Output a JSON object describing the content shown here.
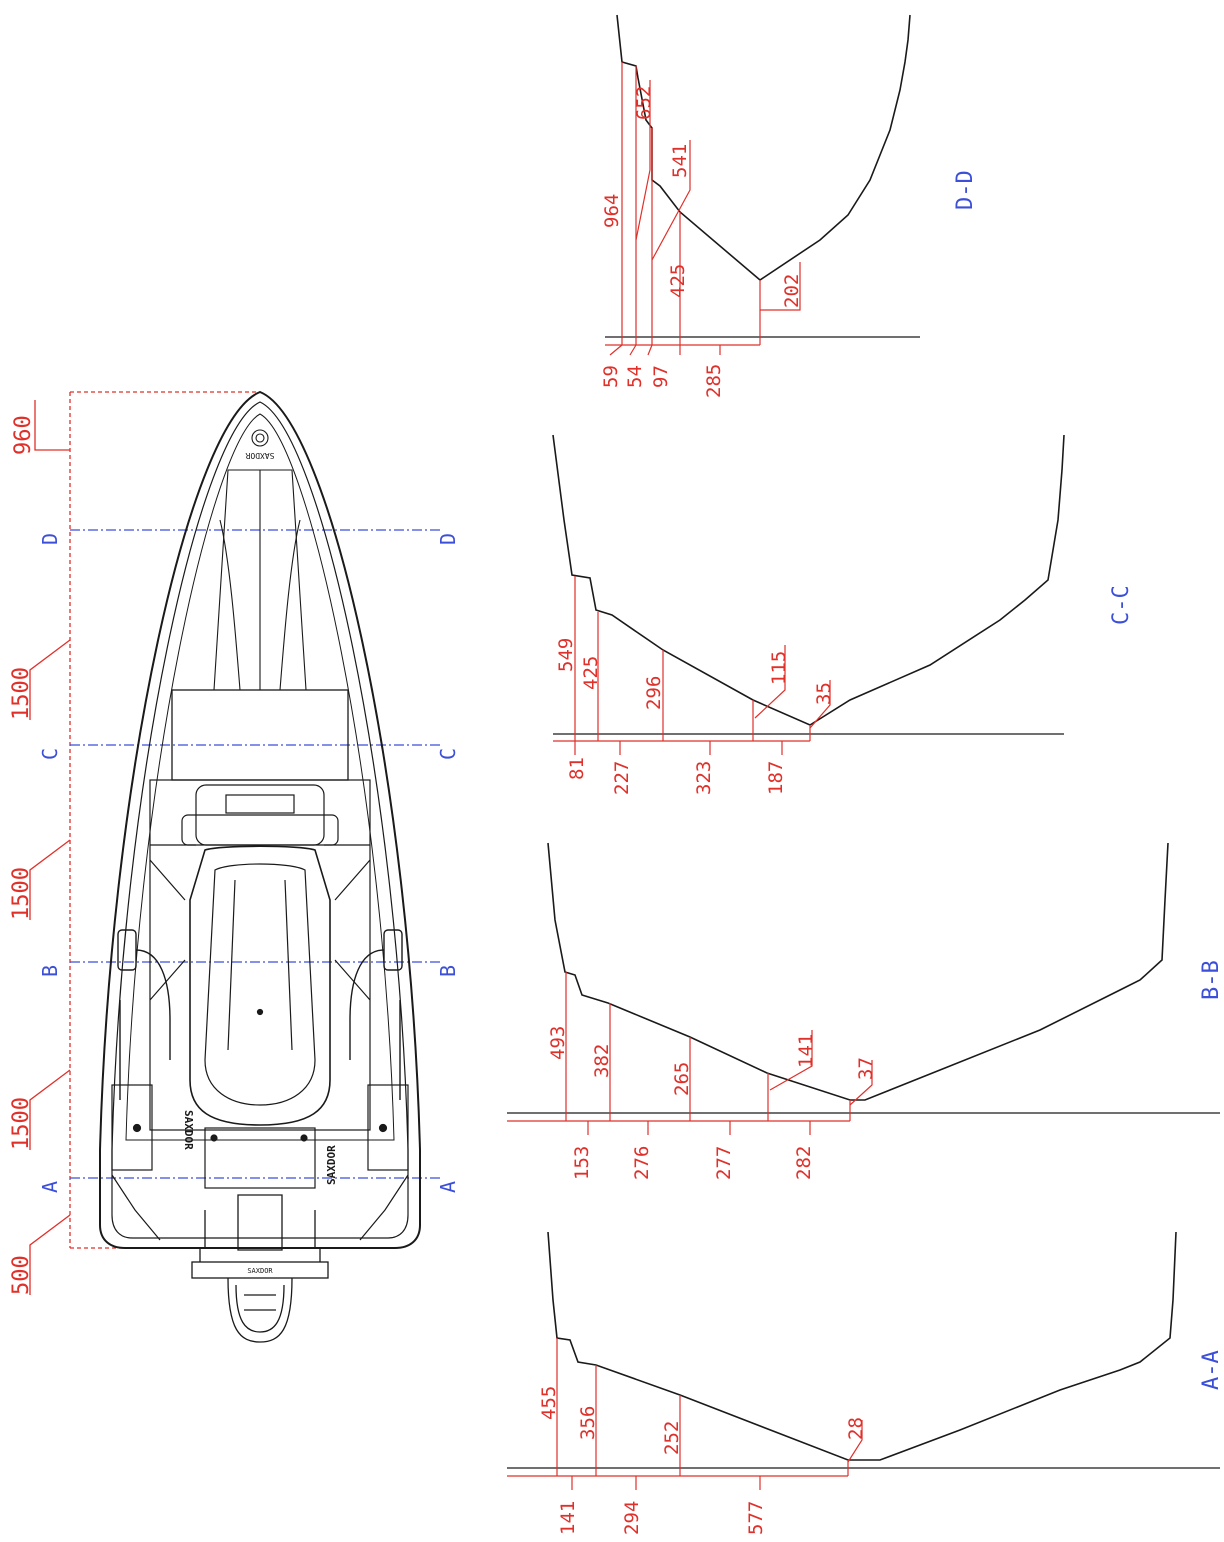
{
  "colors": {
    "outline": "#1a1a1a",
    "dimension": "#e0302a",
    "section": "#3b4fd8"
  },
  "plan": {
    "dimensions": [
      "960",
      "1500",
      "1500",
      "1500",
      "500"
    ],
    "section_marks": [
      "D",
      "C",
      "B",
      "A"
    ],
    "brand_mark": "SAXDOR",
    "stern_label": "SAXDOR"
  },
  "sections": {
    "dd": {
      "title": "D-D",
      "heights": [
        "964",
        "652",
        "541",
        "425",
        "202"
      ],
      "widths": [
        "59",
        "54",
        "97",
        "285"
      ]
    },
    "cc": {
      "title": "C-C",
      "heights": [
        "549",
        "425",
        "296",
        "115",
        "35"
      ],
      "widths": [
        "81",
        "227",
        "323",
        "187"
      ]
    },
    "bb": {
      "title": "B-B",
      "heights": [
        "493",
        "382",
        "265",
        "141",
        "37"
      ],
      "widths": [
        "153",
        "276",
        "277",
        "282"
      ]
    },
    "aa": {
      "title": "A-A",
      "heights": [
        "455",
        "356",
        "252",
        "28"
      ],
      "widths": [
        "141",
        "294",
        "577"
      ]
    }
  }
}
